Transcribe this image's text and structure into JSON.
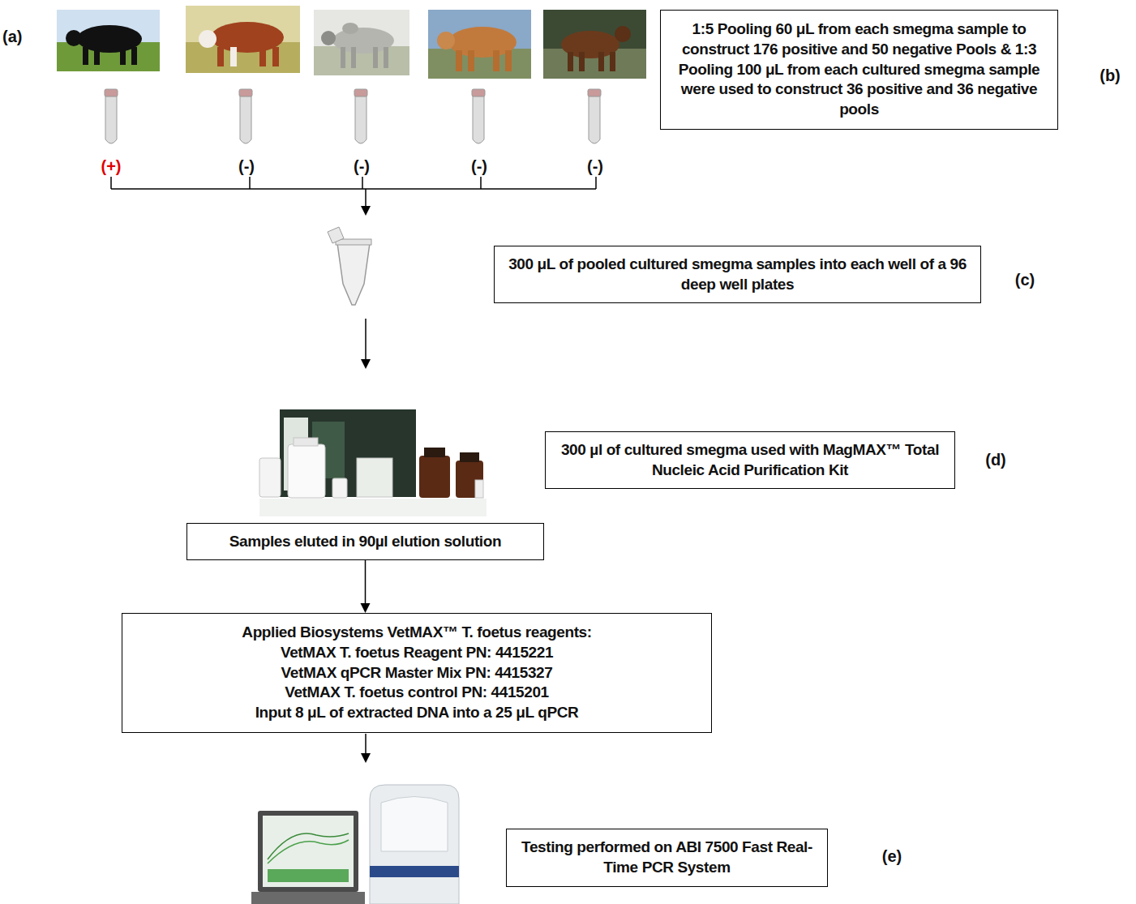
{
  "diagram": {
    "nodes": [
      {
        "text": [
          "1:5 Pooling 60 μL from each smegma sample to construct 176 positive and 50 negative Pools & 1:3 Pooling 100 μL from each cultured smegma sample were used to construct 36 positive and 36 negative pools"
        ]
      },
      {
        "text": [
          "300 μL of pooled cultured smegma samples into each well of a 96 deep well plates"
        ]
      },
      {
        "text": [
          "300 µl of cultured smegma used with MagMAX™ Total Nucleic Acid Purification Kit"
        ]
      },
      {
        "text": [
          "Samples eluted in 90µl elution solution"
        ]
      },
      {
        "text": [
          "Applied Biosystems VetMAX™ T. foetus reagents:",
          "VetMAX T. foetus Reagent PN: 4415221",
          "VetMAX qPCR Master Mix PN: 4415327",
          "VetMAX T. foetus control PN: 4415201",
          "Input 8 μL of extracted DNA into a 25 μL qPCR"
        ]
      },
      {
        "text": [
          "Testing performed on ABI 7500 Fast Real-Time PCR System"
        ]
      }
    ],
    "edges": [
      {
        "from": 3,
        "to": 4,
        "arrow": "to"
      }
    ],
    "labels": [
      "(a)",
      "(+)",
      "(-)",
      "(-)",
      "(-)",
      "(-)",
      "(b)",
      "(c)",
      "(d)",
      "(e)"
    ]
  }
}
